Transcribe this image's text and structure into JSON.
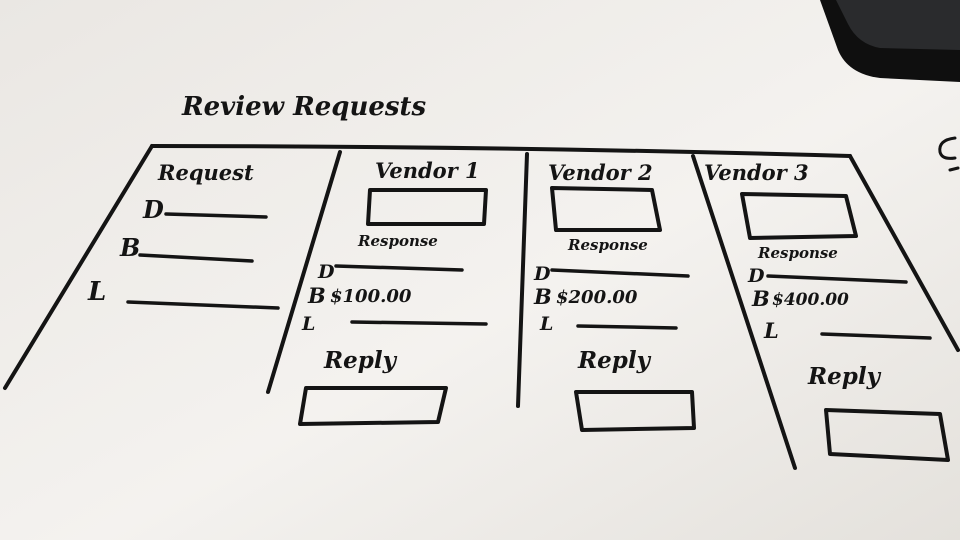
{
  "whiteboard": {
    "title": "Review Requests",
    "request_column": {
      "header": "Request",
      "fields": [
        {
          "label": "D"
        },
        {
          "label": "B"
        },
        {
          "label": "L"
        }
      ]
    },
    "vendors": [
      {
        "header": "Vendor 1",
        "response_label": "Response",
        "fields": [
          {
            "label": "D",
            "value": ""
          },
          {
            "label": "B",
            "value": "$100.00"
          },
          {
            "label": "L",
            "value": ""
          }
        ],
        "reply_label": "Reply"
      },
      {
        "header": "Vendor 2",
        "response_label": "Response",
        "fields": [
          {
            "label": "D",
            "value": ""
          },
          {
            "label": "B",
            "value": "$200.00"
          },
          {
            "label": "L",
            "value": ""
          }
        ],
        "reply_label": "Reply"
      },
      {
        "header": "Vendor 3",
        "response_label": "Response",
        "fields": [
          {
            "label": "D",
            "value": ""
          },
          {
            "label": "B",
            "value": "$400.00"
          },
          {
            "label": "L",
            "value": ""
          }
        ],
        "reply_label": "Reply"
      }
    ]
  },
  "colors": {
    "board": "#f2f0ed",
    "ink": "#141414",
    "device": "#101010"
  }
}
